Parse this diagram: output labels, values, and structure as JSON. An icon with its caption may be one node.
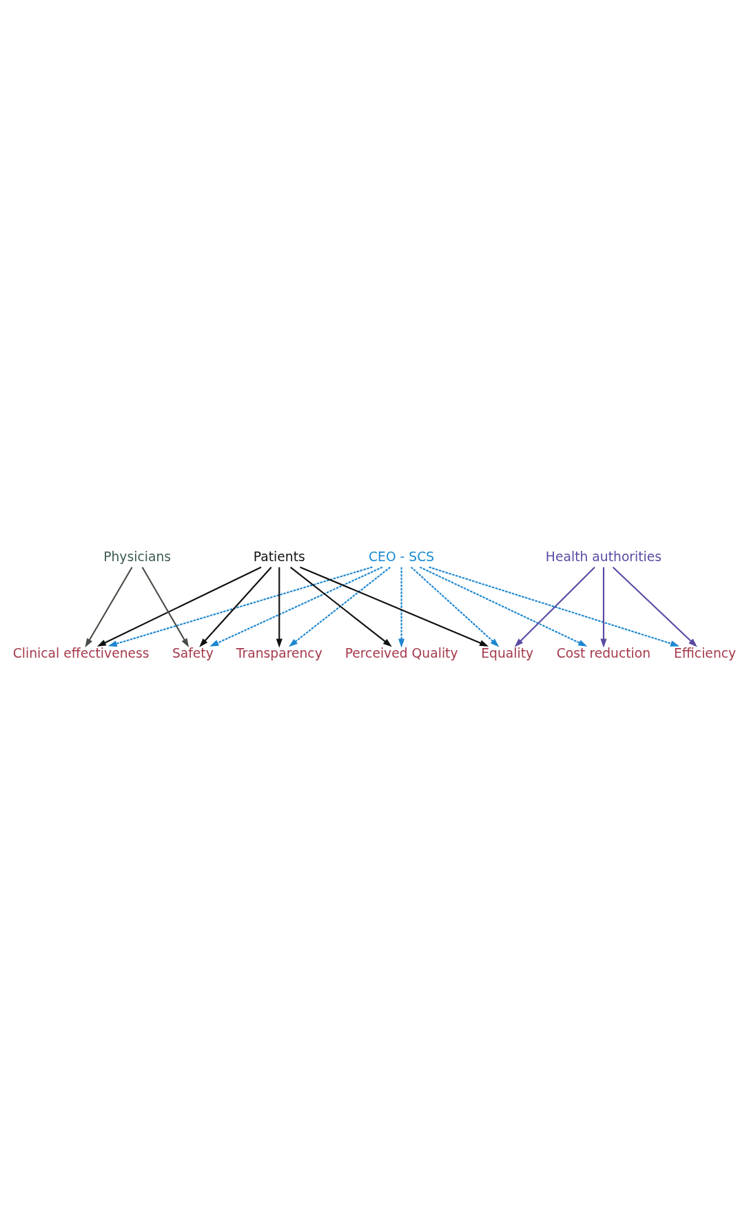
{
  "diagram": {
    "nodes": [
      {
        "text": [
          "CEO - SCS"
        ]
      },
      {
        "text": [
          "Safety"
        ]
      },
      {
        "text": [
          "Perceived Quality"
        ]
      },
      {
        "text": [
          "Efficiency"
        ]
      },
      {
        "text": [
          "Cost reduction"
        ]
      },
      {
        "text": [
          "Patients"
        ]
      },
      {
        "text": [
          "Clinical effectiveness"
        ]
      },
      {
        "text": [
          "Transparency"
        ]
      },
      {
        "text": [
          "Equality"
        ]
      },
      {
        "text": [
          "Physicians"
        ]
      },
      {
        "text": [
          "Health authorities"
        ]
      }
    ],
    "edges": [
      {
        "from": 0,
        "to": 1,
        "arrow": "to",
        "style": "dashed"
      },
      {
        "from": 0,
        "to": 2,
        "arrow": "to",
        "style": "dashed"
      },
      {
        "from": 0,
        "to": 3,
        "arrow": "to",
        "style": "dashed"
      },
      {
        "from": 0,
        "to": 4,
        "arrow": "to",
        "style": "dashed"
      },
      {
        "from": 0,
        "to": 6,
        "arrow": "to",
        "style": "dashed"
      },
      {
        "from": 0,
        "to": 7,
        "arrow": "to",
        "style": "dashed"
      },
      {
        "from": 0,
        "to": 8,
        "arrow": "to",
        "style": "dashed"
      },
      {
        "from": 5,
        "to": 2,
        "arrow": "to",
        "color": "#111111"
      },
      {
        "from": 5,
        "to": 1,
        "arrow": "to",
        "color": "#111111"
      },
      {
        "from": 5,
        "to": 6,
        "arrow": "to",
        "color": "#111111"
      },
      {
        "from": 5,
        "to": 7,
        "arrow": "to",
        "color": "#111111"
      },
      {
        "from": 5,
        "to": 8,
        "arrow": "to",
        "color": "#111111"
      },
      {
        "from": 9,
        "to": 1,
        "arrow": "to",
        "color": "#4a4d46"
      },
      {
        "from": 9,
        "to": 6,
        "arrow": "to",
        "color": "#4a4d46"
      },
      {
        "from": 10,
        "to": 3,
        "arrow": "to",
        "color": "#5a4aa3"
      },
      {
        "from": 10,
        "to": 4,
        "arrow": "to",
        "color": "#5a4aa3"
      },
      {
        "from": 10,
        "to": 8,
        "arrow": "to",
        "color": "#5a4aa3"
      }
    ]
  }
}
